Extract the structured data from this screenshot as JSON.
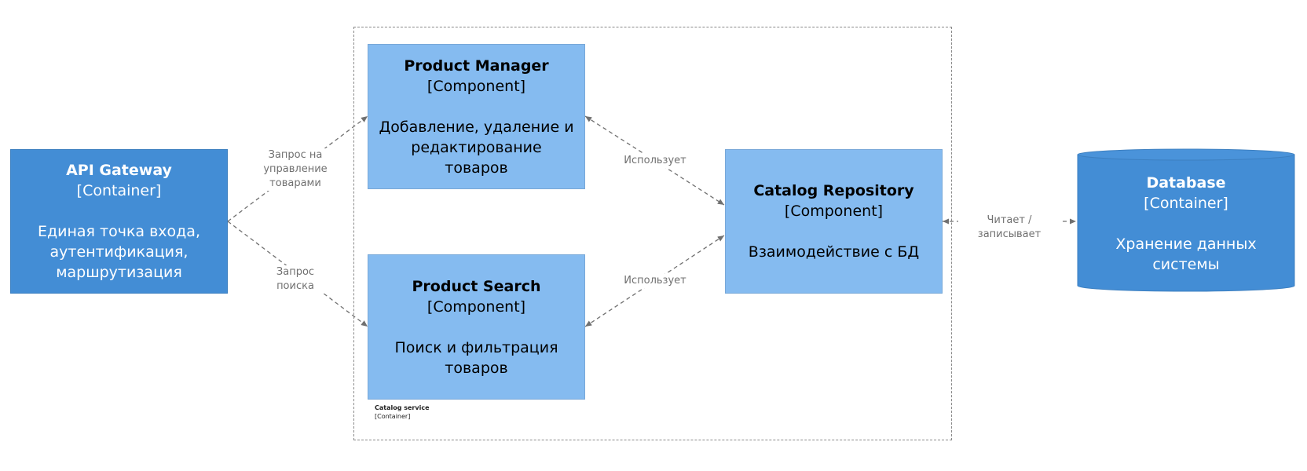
{
  "boundary": {
    "title": "Catalog service",
    "type": "[Container]"
  },
  "nodes": {
    "api_gateway": {
      "title": "API Gateway",
      "type": "[Container]",
      "desc": "Единая точка входа, аутентификация, маршрутизация"
    },
    "product_manager": {
      "title": "Product Manager",
      "type": "[Component]",
      "desc": "Добавление, удаление и редактирование товаров"
    },
    "product_search": {
      "title": "Product Search",
      "type": "[Component]",
      "desc": "Поиск и фильтрация товаров"
    },
    "catalog_repository": {
      "title": "Catalog Repository",
      "type": "[Component]",
      "desc": "Взаимодействие с БД"
    },
    "database": {
      "title": "Database",
      "type": "[Container]",
      "desc": "Хранение данных системы"
    }
  },
  "edges": {
    "gateway_to_manager": "Запрос на управление товарами",
    "gateway_to_search": "Запрос поиска",
    "manager_to_repo": "Использует",
    "search_to_repo": "Использует",
    "repo_to_db": "Читает / записывает"
  },
  "colors": {
    "container": "#438dd5",
    "component": "#85bbf0",
    "edge": "#707070"
  }
}
